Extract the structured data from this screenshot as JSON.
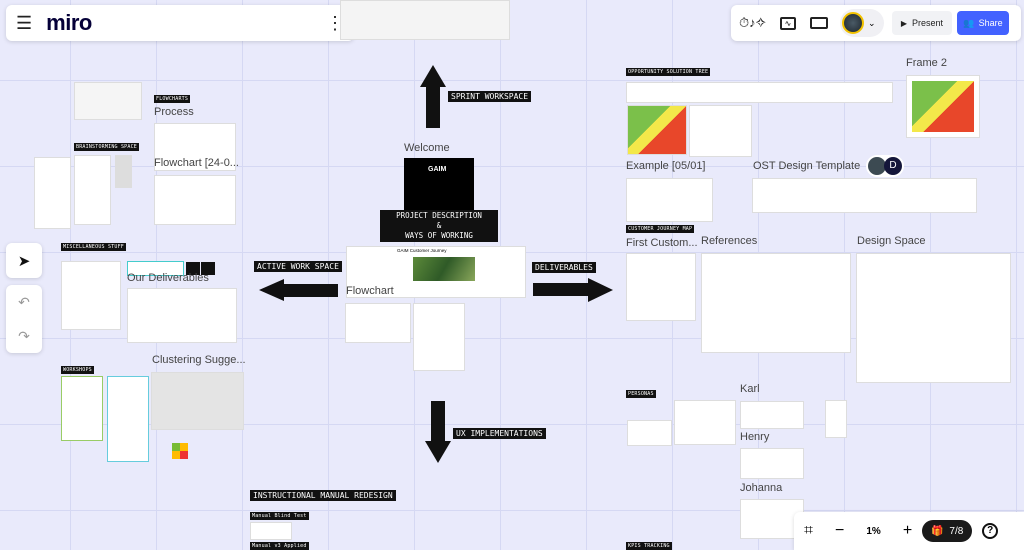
{
  "app": {
    "logo": "miro"
  },
  "topbar": {
    "present_label": "Present",
    "share_label": "Share",
    "accent": "#4262ff"
  },
  "board": {
    "sections": {
      "sprint": "SPRINT WORKSPACE",
      "active": "ACTIVE WORK SPACE",
      "deliverables": "DELIVERABLES",
      "ux": "UX IMPLEMENTATIONS",
      "instructional": "INSTRUCTIONAL MANUAL REDESIGN",
      "project_line1": "PROJECT DESCRIPTION",
      "project_line2": "&",
      "project_line3": "WAYS OF WORKING"
    },
    "small_tags": {
      "flowcharts": "FLOWCHARTS",
      "brainstorming": "BRAINSTORMING SPACE",
      "misc": "MISCELLANEOUS STUFF",
      "workshops": "WORKSHOPS",
      "ost": "OPPORTUNITY SOLUTION TREE",
      "cjm": "CUSTOMER JOURNEY MAP",
      "personas": "PERSONAS",
      "kpis": "KPIS TRACKING",
      "blind": "Manual Blind Test",
      "manual2": "Manual v3 Applied"
    },
    "frames": {
      "process": "Process",
      "flowchart_date": "Flowchart [24-0...",
      "deliverables": "Our Deliverables",
      "clustering": "Clustering Sugge...",
      "welcome": "Welcome",
      "flowchart": "Flowchart",
      "frame2": "Frame 2",
      "example": "Example [05/01]",
      "ost_template": "OST Design Template",
      "first_customer": "First Custom...",
      "references": "References",
      "design_space": "Design Space",
      "karl": "Karl",
      "henry": "Henry",
      "johanna": "Johanna"
    },
    "welcome_card": {
      "brand": "GAIM"
    },
    "journey": {
      "title": "GAIM Customer Journey"
    }
  },
  "zoom": {
    "level": "1%",
    "gift_count": "7/8"
  }
}
